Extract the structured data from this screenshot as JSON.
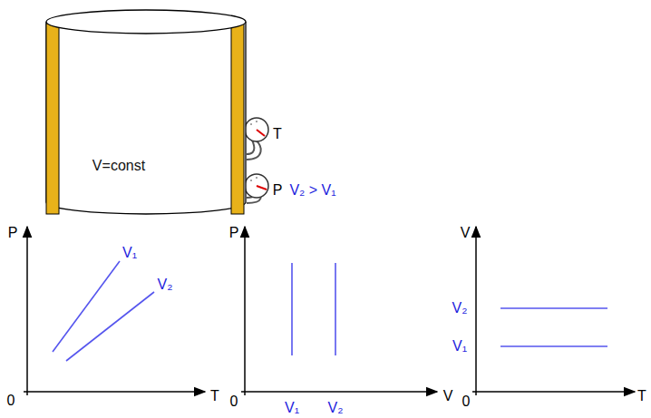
{
  "diagram": {
    "nodes": [
      {
        "text": [
          "V=const"
        ]
      }
    ],
    "labels": [
      "T",
      "P",
      "V₂ > V₁",
      "P",
      "V₁",
      "V₂",
      "0",
      "T",
      "P",
      "0",
      "V₁",
      "V₂",
      "V",
      "V",
      "V₂",
      "V₁",
      "0",
      "T"
    ]
  }
}
